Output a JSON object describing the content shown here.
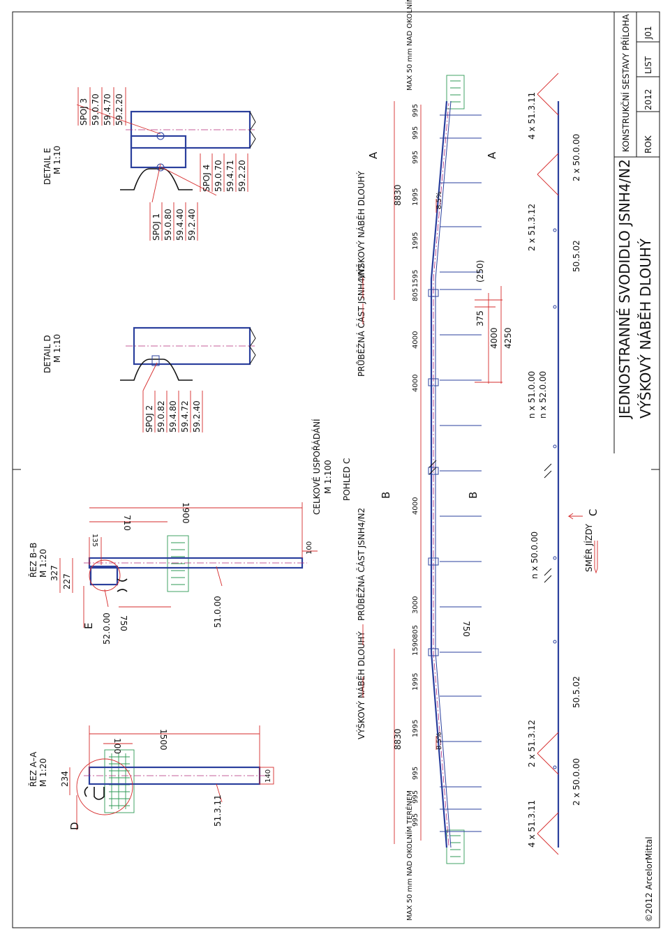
{
  "title_block": {
    "title": "JEDNOSTRANNÉ SVODIDLO JSNH4/N2",
    "subtitle": "VÝŠKOVÝ NÁBĚH DLOUHÝ",
    "document_type": "KONSTRUKČNÍ SESTAVY PŘÍLOHA",
    "rok_label": "ROK",
    "rok_value": "2012",
    "list_label": "LIST",
    "list_value": "J01"
  },
  "copyright": "©2012 ArcelorMittal",
  "section_aa": {
    "title": "ŘEZ A–A",
    "scale": "M 1:20",
    "detail_marker": "D",
    "dims": [
      "234",
      "100",
      "1500",
      "140"
    ],
    "part": "51.3.11"
  },
  "section_bb": {
    "title": "ŘEZ B–B",
    "scale": "M 1:20",
    "detail_marker": "E",
    "dims": [
      "327",
      "227",
      "135",
      "710",
      "1900",
      "750",
      "100"
    ],
    "parts": [
      "52.0.00",
      "51.0.00"
    ]
  },
  "detail_d": {
    "title": "DETAIL D",
    "scale": "M 1:10",
    "spoj": {
      "label": "SPOJ 2",
      "items": [
        "59.0.82",
        "59.4.80",
        "59.4.72",
        "59.2.40"
      ]
    }
  },
  "detail_e": {
    "title": "DETAIL E",
    "scale": "M 1:10",
    "spoj": [
      {
        "label": "SPOJ 1",
        "items": [
          "59.0.80",
          "59.4.40",
          "59.2.40"
        ]
      },
      {
        "label": "SPOJ 3",
        "items": [
          "59.0.70",
          "59.4.70",
          "59.2.20"
        ]
      },
      {
        "label": "SPOJ 4",
        "items": [
          "59.0.70",
          "59.4.71",
          "59.2.20"
        ]
      }
    ]
  },
  "overall": {
    "title": "CELKOVÉ USPOŘÁDÁNÍ",
    "scale": "M 1:100",
    "view": "POHLED C",
    "direction": "SMĚR JÍZDY",
    "view_marker": "C",
    "zones": [
      "VÝŠKOVÝ NÁBĚH DLOUHÝ",
      "PRŮBĚŽNÁ ČÁST JSNH4/N2",
      "PRŮBĚŽNÁ ČÁST JSNH4/N2",
      "VÝŠKOVÝ NÁBĚH DLOUHÝ"
    ],
    "ground_note": "MAX 50 mm NAD OKOLNÍM TERÉNEM",
    "cut_a": "A",
    "cut_b": "B",
    "spacings_top": [
      "995",
      "995",
      "995",
      "1995",
      "1995",
      "1590",
      "805",
      "3000",
      "4000",
      "4000",
      "4000",
      "805",
      "1595",
      "1995",
      "1995",
      "995",
      "995",
      "995"
    ],
    "total_ramp": "8830",
    "slope": "8.5%",
    "dims_lower": [
      "(250)",
      "375",
      "4000",
      "4250",
      "750"
    ],
    "parts_lower": [
      "4 x 51.3.11",
      "2 x 51.3.12",
      "2 x 50.0.00",
      "50.5.02",
      "n x 51.0.00",
      "n x 52.0.00",
      "n x 50.0.00",
      "2 x 51.3.12",
      "50.5.02",
      "4 x 51.3.11",
      "2 x 50.0.00"
    ]
  },
  "colors": {
    "outline": "#111111",
    "steel": "#2a3f9d",
    "dimension": "#d62b2b",
    "centerline": "#b2277a",
    "soil": "#2e9a55"
  }
}
